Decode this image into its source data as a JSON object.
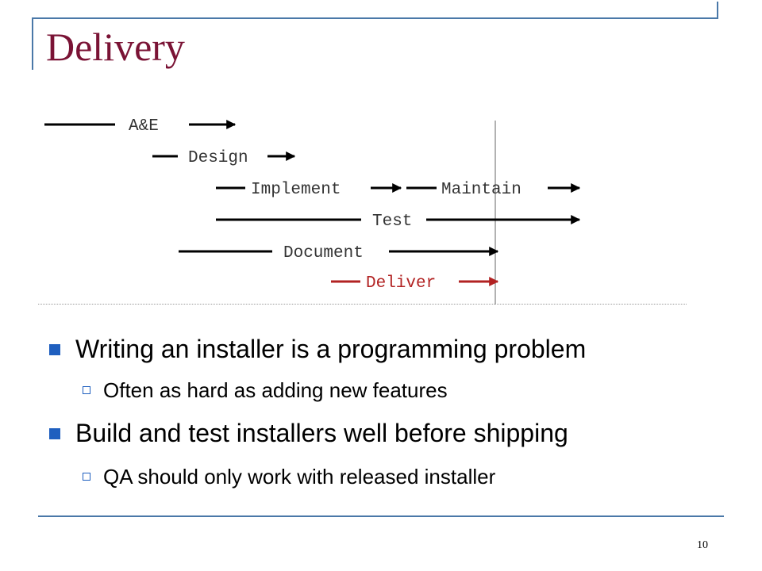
{
  "slide": {
    "title": "Delivery",
    "page_number": "10"
  },
  "timeline": {
    "ae": "A&E",
    "design": "Design",
    "implement": "Implement",
    "maintain": "Maintain",
    "test": "Test",
    "document": "Document",
    "deliver": "Deliver"
  },
  "bullets": [
    {
      "text": "Writing an installer is a programming problem",
      "sub": "Often as hard as adding new features"
    },
    {
      "text": "Build and test installers well before shipping",
      "sub": "QA should only work with released installer"
    }
  ],
  "colors": {
    "title": "#7a1335",
    "accent": "#4a78a8",
    "bullet": "#1f5fbf",
    "deliver": "#b22222"
  }
}
